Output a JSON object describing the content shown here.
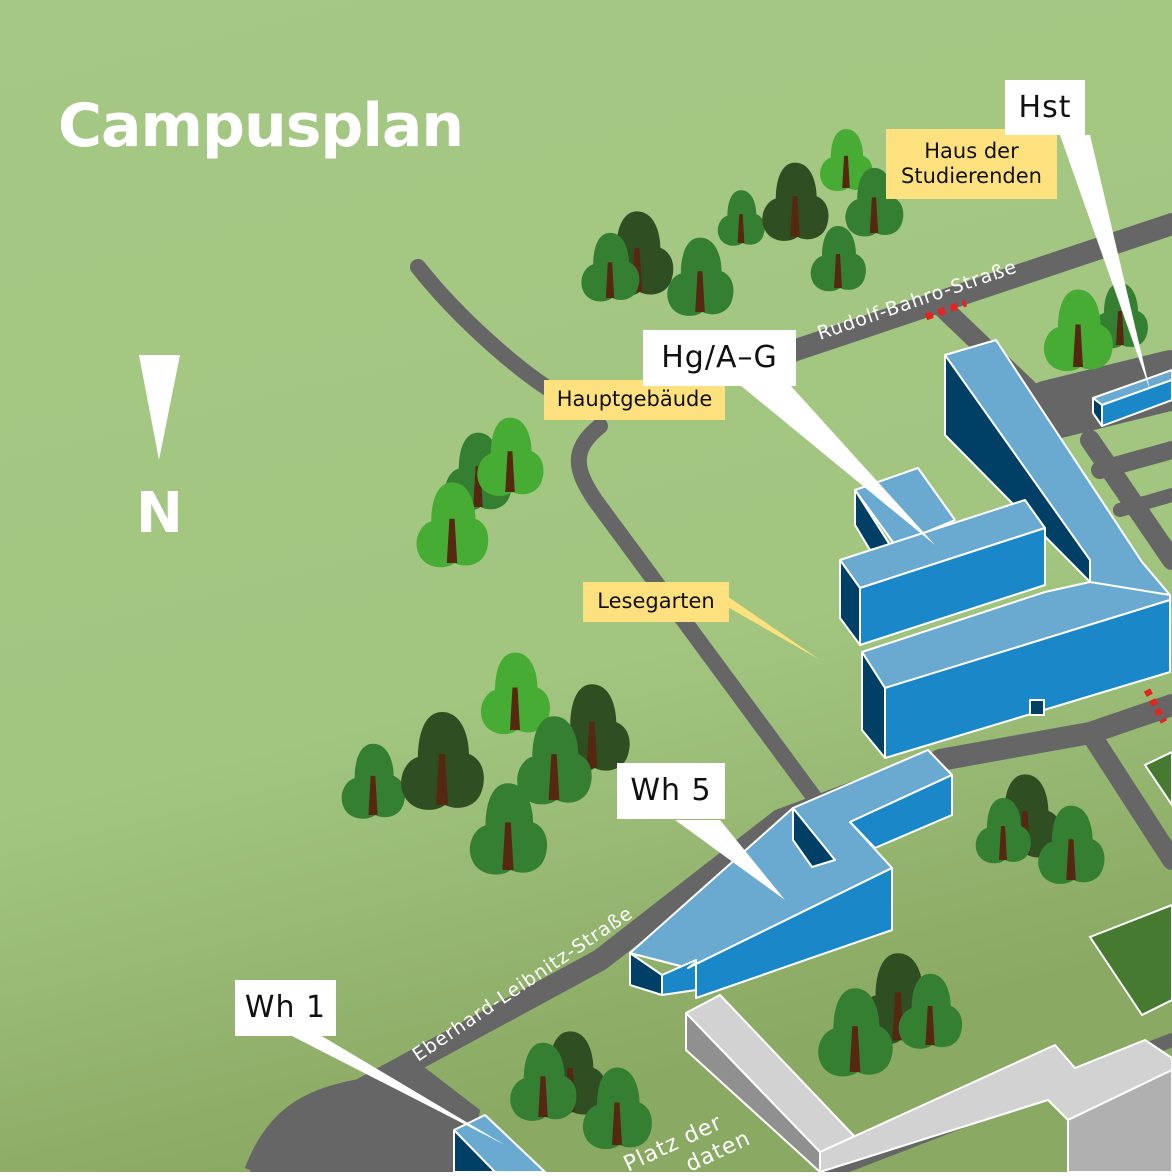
{
  "map": {
    "title": "Campusplan",
    "north_arrow": {
      "icon": "north-arrow-icon",
      "letter": "N"
    },
    "colors": {
      "grass_light": "#a5c884",
      "grass_dark": "#8fae66",
      "road": "#666666",
      "building_top": "#6aaad0",
      "building_front": "#1a88c8",
      "building_side": "#003f66",
      "building_grey_top": "#d2d2d2",
      "building_grey_front": "#b0b0b0",
      "building_grey_side": "#909090",
      "label_yellow": "#fde17e",
      "field_green": "#457a30",
      "tree_light": "#47ac33",
      "tree_mid": "#357f33",
      "tree_dark": "#2f4f23",
      "trunk": "#562811",
      "barrier_red": "#e52421"
    },
    "buildings": [
      {
        "code": "Hst",
        "name": "Haus der Studierenden"
      },
      {
        "code": "Hg/A–G",
        "name": "Hauptgebäude"
      },
      {
        "code": "Wh 5",
        "name": ""
      },
      {
        "code": "Wh 1",
        "name": ""
      }
    ],
    "areas": [
      {
        "name": "Lesegarten"
      }
    ],
    "streets": [
      {
        "name": "Rudolf-Bahro-Straße"
      },
      {
        "name": "Eberhard-Leibnitz-Straße"
      }
    ],
    "places": [
      {
        "line1": "Platz der",
        "line2": "daten"
      }
    ]
  }
}
